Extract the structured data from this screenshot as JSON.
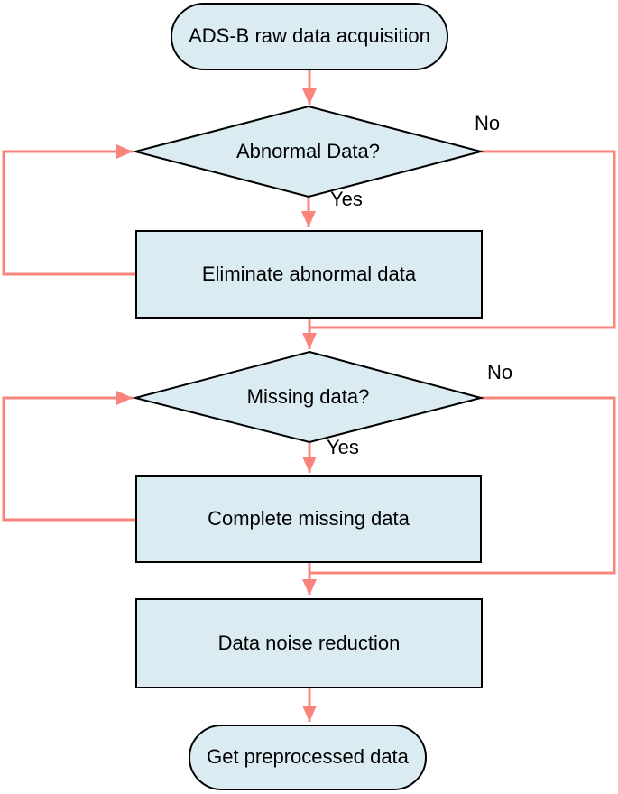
{
  "colors": {
    "node_fill": "#DAECF2",
    "node_border": "#000000",
    "arrow": "#F8847C",
    "text": "#000000",
    "background": "#FFFFFF"
  },
  "flowchart": {
    "nodes": {
      "start": {
        "label": "ADS-B raw data acquisition",
        "shape": "terminator"
      },
      "abnormal_decision": {
        "label": "Abnormal Data?",
        "shape": "decision"
      },
      "eliminate_process": {
        "label": "Eliminate abnormal data",
        "shape": "process"
      },
      "missing_decision": {
        "label": "Missing data?",
        "shape": "decision"
      },
      "complete_process": {
        "label": "Complete missing data",
        "shape": "process"
      },
      "noise_process": {
        "label": "Data noise reduction",
        "shape": "process"
      },
      "end": {
        "label": "Get preprocessed data",
        "shape": "terminator"
      }
    },
    "edge_labels": {
      "abnormal_no": "No",
      "abnormal_yes": "Yes",
      "missing_no": "No",
      "missing_yes": "Yes"
    },
    "edges": [
      {
        "from": "start",
        "to": "abnormal_decision",
        "label": ""
      },
      {
        "from": "abnormal_decision",
        "to": "eliminate_process",
        "label": "Yes"
      },
      {
        "from": "abnormal_decision",
        "to": "missing_decision",
        "label": "No",
        "route": "right-side"
      },
      {
        "from": "eliminate_process",
        "to": "abnormal_decision",
        "label": "",
        "route": "left-loopback"
      },
      {
        "from": "eliminate_process",
        "to": "missing_decision",
        "label": ""
      },
      {
        "from": "missing_decision",
        "to": "complete_process",
        "label": "Yes"
      },
      {
        "from": "missing_decision",
        "to": "noise_process",
        "label": "No",
        "route": "right-side"
      },
      {
        "from": "complete_process",
        "to": "missing_decision",
        "label": "",
        "route": "left-loopback"
      },
      {
        "from": "complete_process",
        "to": "noise_process",
        "label": ""
      },
      {
        "from": "noise_process",
        "to": "end",
        "label": ""
      }
    ]
  }
}
